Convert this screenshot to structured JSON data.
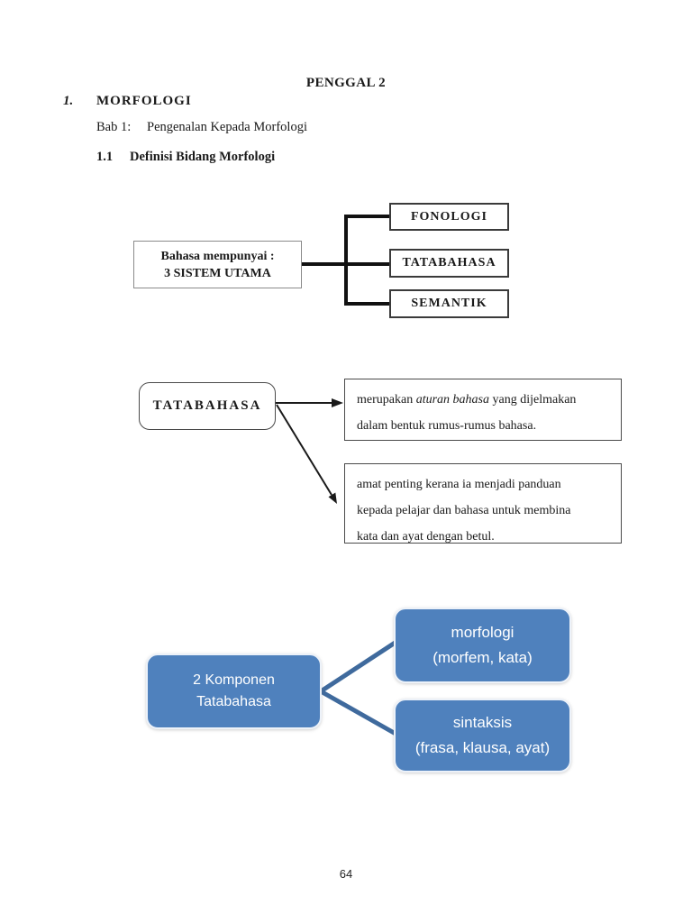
{
  "page": {
    "title": "PENGGAL 2",
    "section_number": "1.",
    "section_title": "MORFOLOGI",
    "chapter_label": "Bab 1:",
    "chapter_title": "Pengenalan Kepada Morfologi",
    "subsection_number": "1.1",
    "subsection_title": "Definisi Bidang Morfologi",
    "page_number": "64"
  },
  "diagram_systems": {
    "source_box": {
      "line1": "Bahasa mempunyai :",
      "line2": "3 SISTEM UTAMA"
    },
    "targets": [
      "FONOLOGI",
      "TATABAHASA",
      "SEMANTIK"
    ]
  },
  "diagram_tatabahasa": {
    "source_label": "TATABAHASA",
    "definitions": [
      {
        "line1_pre": "merupakan ",
        "line1_italic": "aturan bahasa",
        "line1_post": " yang dijelmakan",
        "line2": "dalam bentuk rumus-rumus bahasa."
      },
      {
        "lines": [
          "amat penting kerana ia menjadi panduan",
          "kepada pelajar dan bahasa untuk membina",
          "kata dan ayat dengan betul."
        ]
      }
    ]
  },
  "diagram_komponen": {
    "source_box": {
      "line1": "2 Komponen",
      "line2": "Tatabahasa"
    },
    "targets": [
      {
        "line1": "morfologi",
        "line2": "(morfem, kata)"
      },
      {
        "line1": "sintaksis",
        "line2": "(frasa, klausa, ayat)"
      }
    ]
  },
  "colors": {
    "smartart_fill": "#4f81bd",
    "smartart_connector": "#3f6a9d",
    "diagram_line": "#111111",
    "box_border": "#3a3a3a"
  }
}
